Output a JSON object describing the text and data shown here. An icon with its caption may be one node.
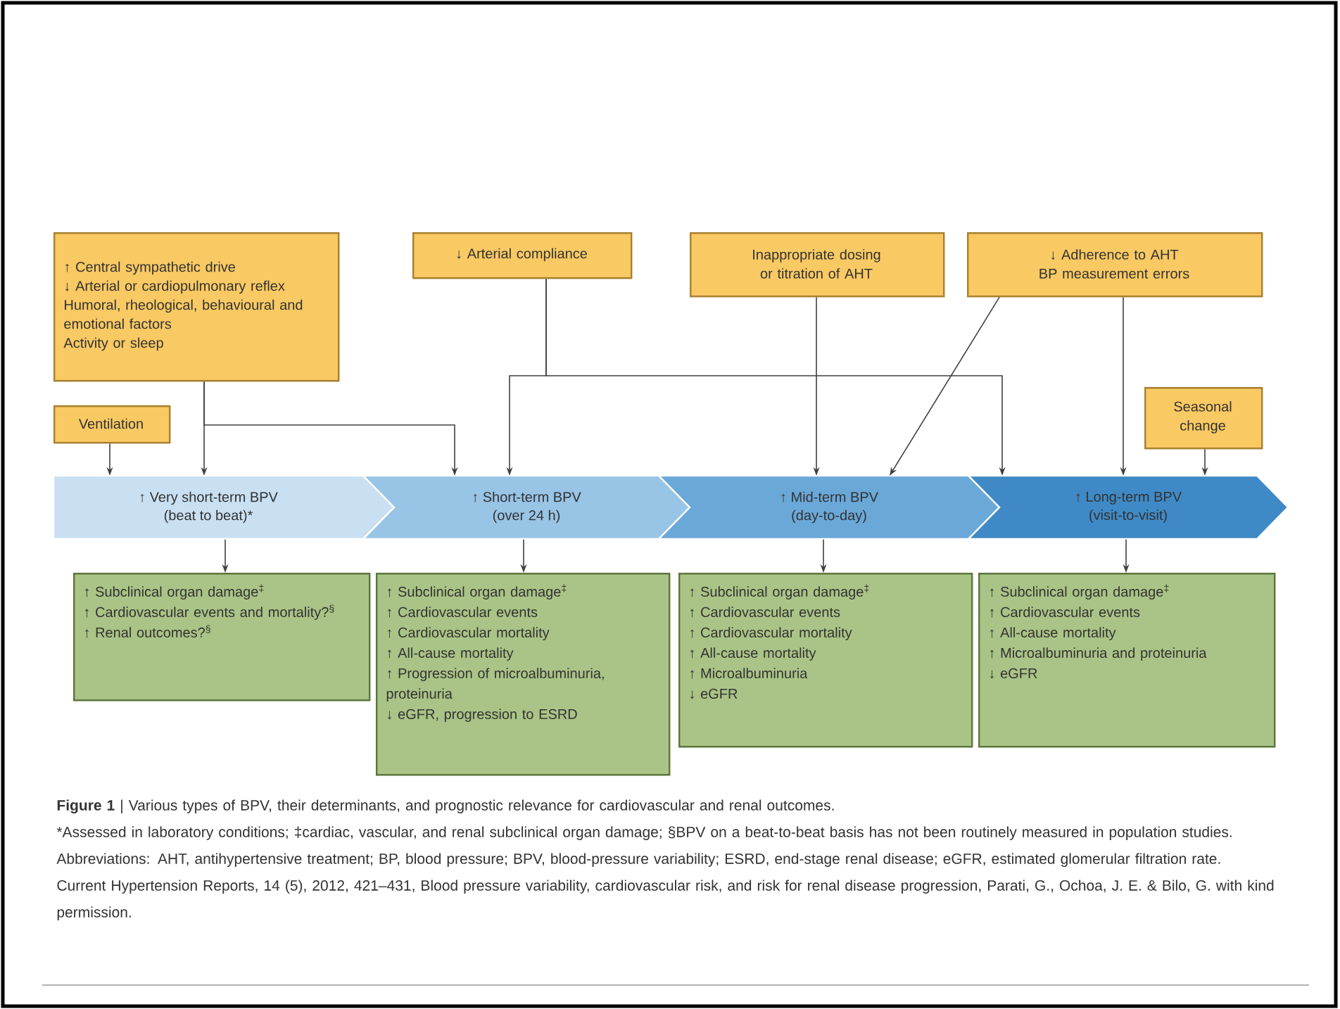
{
  "diagram": {
    "caption": "**Figure 1** | Various types of BPV, their determinants, and prognostic relevance for cardiovascular and renal outcomes.",
    "nodes": [
      {
        "text": [
          "↑ Central sympathetic drive",
          "↓ Arterial or cardiopulmonary reflex",
          "Humoral, rheological, behavioural and emotional factors",
          "Activity or sleep"
        ]
      },
      {
        "text": [
          "Ventilation"
        ]
      },
      {
        "text": [
          "↓ Arterial compliance"
        ]
      },
      {
        "text": [
          "Inappropriate dosing or titration of AHT"
        ]
      },
      {
        "text": [
          "↓ Adherence to AHT",
          "BP measurement errors"
        ]
      },
      {
        "text": [
          "Seasonal change"
        ]
      },
      {
        "text": [
          "↑ Very short-term BPV",
          "(beat to beat)*"
        ]
      },
      {
        "text": [
          "↑ Short-term BPV",
          "(over 24 h)"
        ]
      },
      {
        "text": [
          "↑ Mid-term BPV",
          "(day-to-day)"
        ]
      },
      {
        "text": [
          "↑ Long-term BPV",
          "(visit-to-visit)"
        ]
      },
      {
        "text": [
          "↑ Subclinical organ damage$^{‡}$",
          "↑ Cardiovascular events and mortality?$^{§}$",
          "↑ Renal outcomes?$^{§}$"
        ]
      },
      {
        "text": [
          "↑ Subclinical organ damage$^{‡}$",
          "↑ Cardiovascular events",
          "↑ Cardiovascular mortality",
          "↑ All-cause mortality",
          "↑ Progression of microalbuminuria, proteinuria",
          "↓ eGFR, progression to ESRD"
        ]
      },
      {
        "text": [
          "↑ Subclinical organ damage$^{‡}$",
          "↑ Cardiovascular events",
          "↑ Cardiovascular mortality",
          "↑ All-cause mortality",
          "↑ Microalbuminuria",
          "↓ eGFR"
        ]
      },
      {
        "text": [
          "↑ Subclinical organ damage$^{‡}$",
          "↑ Cardiovascular events",
          "↑ All-cause mortality",
          "↑ Microalbuminuria and proteinuria",
          "↓ eGFR"
        ]
      }
    ],
    "edges": [
      {
        "from": 1,
        "to": 6,
        "arrow": "to"
      },
      {
        "from": 0,
        "to": 6,
        "arrow": "to"
      },
      {
        "from": 0,
        "to": 7,
        "arrow": "to"
      },
      {
        "from": 2,
        "to": 7,
        "arrow": "to"
      },
      {
        "from": 2,
        "to": 9,
        "arrow": "to"
      },
      {
        "from": 3,
        "to": 8,
        "arrow": "to"
      },
      {
        "from": 4,
        "to": 8,
        "arrow": "to"
      },
      {
        "from": 4,
        "to": 9,
        "arrow": "to"
      },
      {
        "from": 5,
        "to": 9,
        "arrow": "to"
      },
      {
        "from": 6,
        "to": 10,
        "arrow": "to"
      },
      {
        "from": 7,
        "to": 11,
        "arrow": "to"
      },
      {
        "from": 8,
        "to": 12,
        "arrow": "to"
      },
      {
        "from": 9,
        "to": 13,
        "arrow": "to"
      }
    ],
    "labels": [
      "*Assessed in laboratory conditions; ‡cardiac, vascular, and renal subclinical organ damage; §BPV on a beat-to-beat basis has not been routinely measured in population studies. Abbreviations: AHT, antihypertensive treatment; BP, blood pressure; BPV, blood-pressure variability; ESRD, end-stage renal disease; eGFR, estimated glomerular filtration rate. Current Hypertension Reports, 14 (5), 2012, 421–431, Blood pressure variability, cardiovascular risk, and risk for renal disease progression, Parati, G., Ochoa, J. E. & Bilo, G. with kind permission."
    ]
  }
}
